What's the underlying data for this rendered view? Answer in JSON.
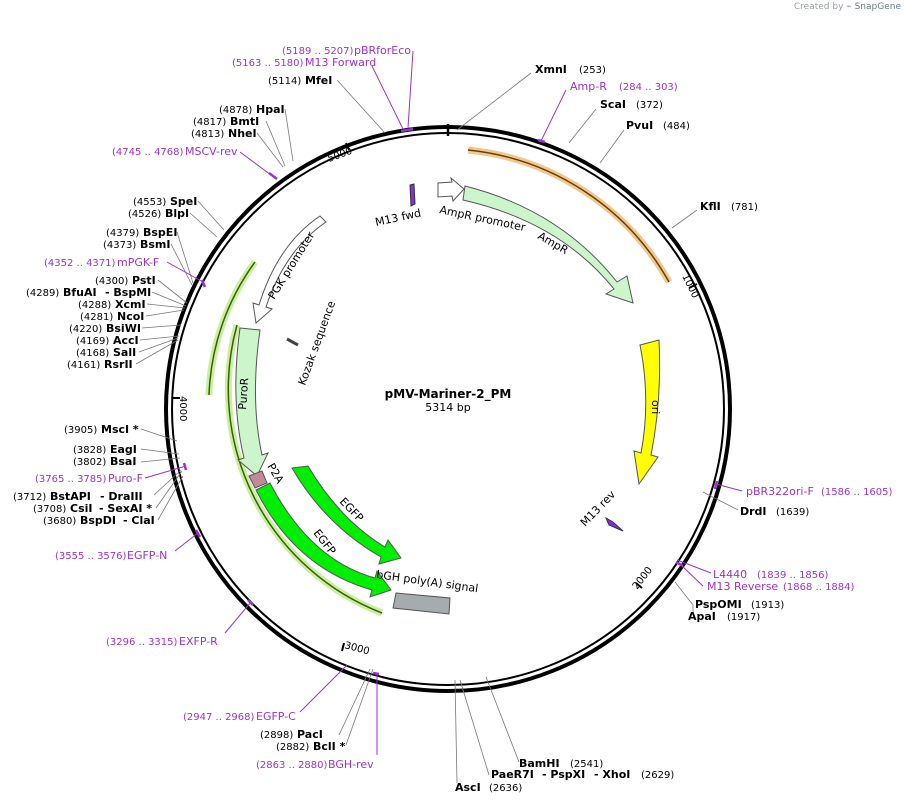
{
  "header": {
    "created_by": "Created by",
    "brand": "SnapGene"
  },
  "plasmid": {
    "name": "pMV-Mariner-2_PM",
    "length": "5314 bp"
  },
  "ticks": [
    "1000",
    "2000",
    "3000",
    "4000",
    "5000"
  ],
  "features": {
    "ampr_promoter": "AmpR promoter",
    "ampr": "AmpR",
    "ori": "ori",
    "m13fwd": "M13 fwd",
    "m13rev": "M13 rev",
    "pgk": "PGK promoter",
    "kozak": "Kozak sequence",
    "puror": "PuroR",
    "p2a": "P2A",
    "egfp1": "EGFP",
    "egfp2": "EGFP",
    "bgh": "bGH poly(A) signal"
  },
  "enzymes": {
    "xmni": {
      "name": "XmnI",
      "pos": "(253)"
    },
    "scai": {
      "name": "ScaI",
      "pos": "(372)"
    },
    "pvui": {
      "name": "PvuI",
      "pos": "(484)"
    },
    "kfli": {
      "name": "KflI",
      "pos": "(781)"
    },
    "drdi": {
      "name": "DrdI",
      "pos": "(1639)"
    },
    "pspomi": {
      "name": "PspOMI",
      "pos": "(1913)"
    },
    "apai": {
      "name": "ApaI",
      "pos": "(1917)"
    },
    "bamhi": {
      "name": "BamHI",
      "pos": "(2541)"
    },
    "paer7i": {
      "name": "PaeR7I",
      "pos": ""
    },
    "pspxi": {
      "name": "- PspXI",
      "pos": ""
    },
    "xhoi": {
      "name": "- XhoI",
      "pos": "(2629)"
    },
    "asci": {
      "name": "AscI",
      "pos": "(2636)"
    },
    "paci": {
      "name": "PacI",
      "pos": "(2898)"
    },
    "bcli": {
      "name": "BclI *",
      "pos": "(2882)"
    },
    "msci": {
      "name": "MscI *",
      "pos": "(3905)"
    },
    "eagi": {
      "name": "EagI",
      "pos": "(3828)"
    },
    "bsai": {
      "name": "BsaI",
      "pos": "(3802)"
    },
    "bstapi": {
      "name": "BstAPI",
      "pos": "(3712)"
    },
    "draiii": {
      "name": "- DraIII",
      "pos": ""
    },
    "csii": {
      "name": "CsiI",
      "pos": "(3708)"
    },
    "sexai": {
      "name": "- SexAI *",
      "pos": ""
    },
    "bspdi": {
      "name": "BspDI",
      "pos": "(3680)"
    },
    "clai": {
      "name": "- ClaI",
      "pos": ""
    },
    "rsrii": {
      "name": "RsrII",
      "pos": "(4161)"
    },
    "sali": {
      "name": "SalI",
      "pos": "(4168)"
    },
    "acci": {
      "name": "AccI",
      "pos": "(4169)"
    },
    "bsiwi": {
      "name": "BsiWI",
      "pos": "(4220)"
    },
    "ncoi": {
      "name": "NcoI",
      "pos": "(4281)"
    },
    "xcmi": {
      "name": "XcmI",
      "pos": "(4288)"
    },
    "bfuai": {
      "name": "BfuAI",
      "pos": "(4289)"
    },
    "bspmi": {
      "name": "- BspMI",
      "pos": ""
    },
    "psti": {
      "name": "PstI",
      "pos": "(4300)"
    },
    "bsmi": {
      "name": "BsmI",
      "pos": "(4373)"
    },
    "bspei": {
      "name": "BspEI",
      "pos": "(4379)"
    },
    "blpi": {
      "name": "BlpI",
      "pos": "(4526)"
    },
    "spei": {
      "name": "SpeI",
      "pos": "(4553)"
    },
    "nhei": {
      "name": "NheI",
      "pos": "(4813)"
    },
    "bmti": {
      "name": "BmtI",
      "pos": "(4817)"
    },
    "hpai": {
      "name": "HpaI",
      "pos": "(4878)"
    },
    "mfei": {
      "name": "MfeI",
      "pos": "(5114)"
    }
  },
  "primers": {
    "pbrforeco": {
      "name": "pBRforEco",
      "pos": "(5189 .. 5207)"
    },
    "m13forward": {
      "name": "M13 Forward",
      "pos": "(5163 .. 5180)"
    },
    "ampr_primer": {
      "name": "Amp-R",
      "pos": "(284 .. 303)"
    },
    "mscvrev": {
      "name": "MSCV-rev",
      "pos": "(4745 .. 4768)"
    },
    "mpgkf": {
      "name": "mPGK-F",
      "pos": "(4352 .. 4371)"
    },
    "purof": {
      "name": "Puro-F",
      "pos": "(3765 .. 3785)"
    },
    "egfpn": {
      "name": "EGFP-N",
      "pos": "(3555 .. 3576)"
    },
    "exfpr": {
      "name": "EXFP-R",
      "pos": "(3296 .. 3315)"
    },
    "egfpc": {
      "name": "EGFP-C",
      "pos": "(2947 .. 2968)"
    },
    "bghrev": {
      "name": "BGH-rev",
      "pos": "(2863 .. 2880)"
    },
    "pbr322orif": {
      "name": "pBR322ori-F",
      "pos": "(1586 .. 1605)"
    },
    "l4440": {
      "name": "L4440",
      "pos": "(1839 .. 1856)"
    },
    "m13reverse": {
      "name": "M13 Reverse",
      "pos": "(1868 .. 1884)"
    }
  },
  "colors": {
    "primer": "#9933cc",
    "ampr_fill": "#ccf5cc",
    "ori_fill": "#ffff00",
    "egfp_fill": "#00ee00",
    "bgh_fill": "#a6abae",
    "orf_highlight": "#f0c890",
    "orf_highlight_green": "#c8f0a0"
  }
}
